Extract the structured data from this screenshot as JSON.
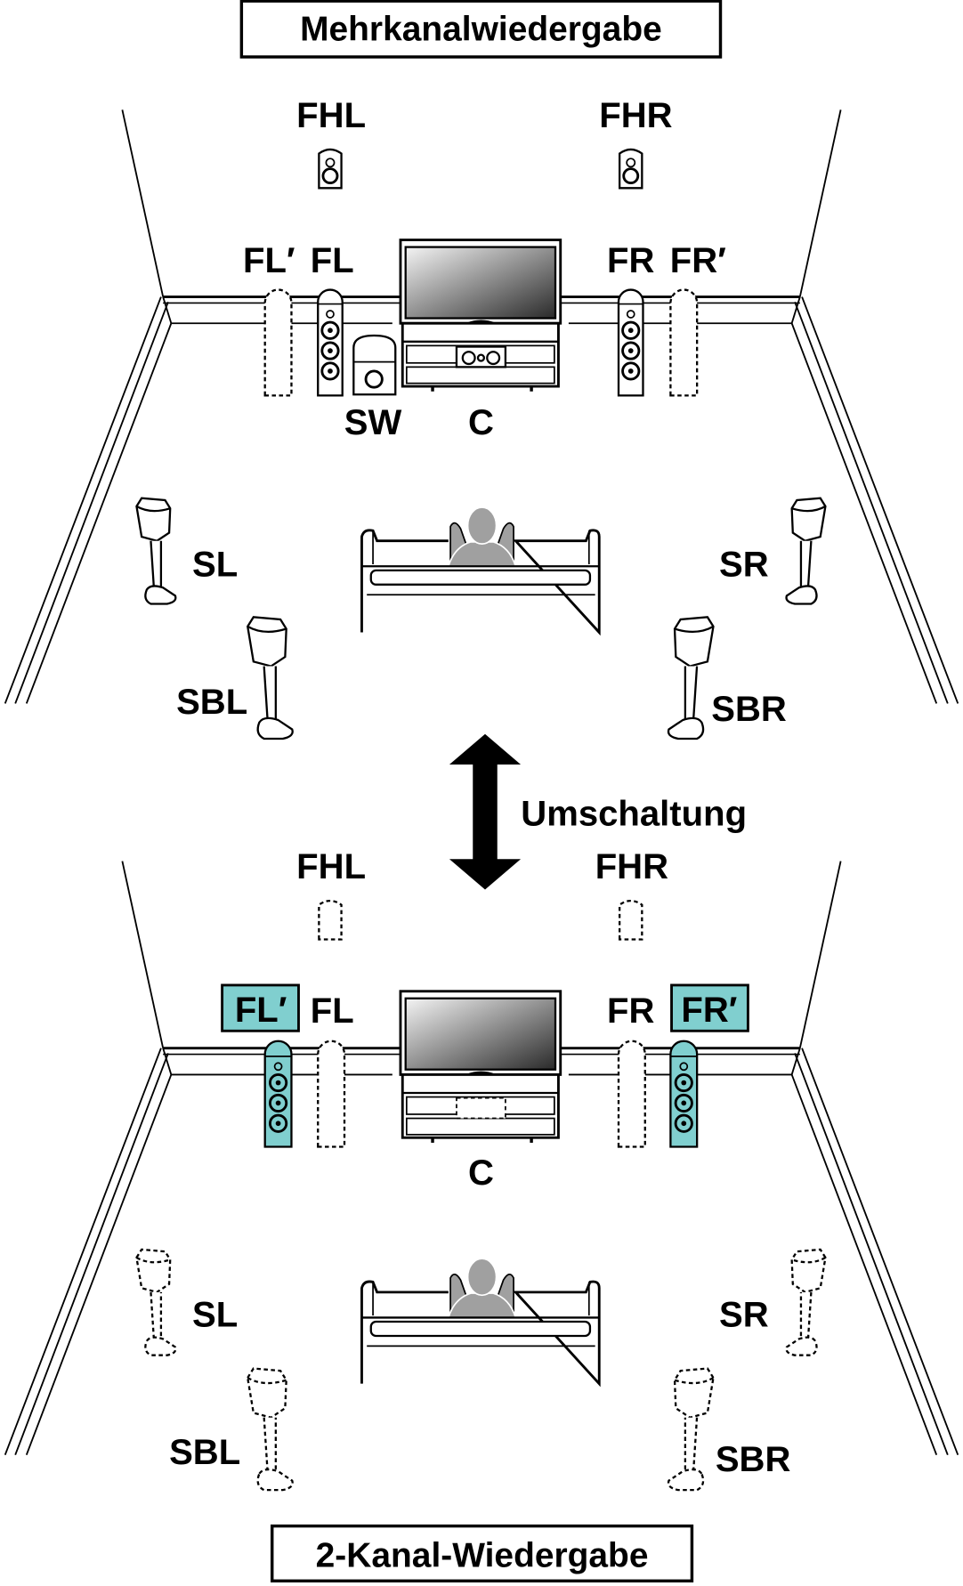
{
  "multichannel": {
    "title": "Mehrkanalwiedergabe",
    "labels": {
      "FHL": "FHL",
      "FHR": "FHR",
      "FLp": "FL′",
      "FL": "FL",
      "FR": "FR",
      "FRp": "FR′",
      "SW": "SW",
      "C": "C",
      "SL": "SL",
      "SR": "SR",
      "SBL": "SBL",
      "SBR": "SBR"
    }
  },
  "switch_label": "Umschaltung",
  "two_channel": {
    "title": "2-Kanal-Wiedergabe",
    "labels": {
      "FHL": "FHL",
      "FHR": "FHR",
      "FLp": "FL′",
      "FL": "FL",
      "FR": "FR",
      "FRp": "FR′",
      "C": "C",
      "SL": "SL",
      "SR": "SR",
      "SBL": "SBL",
      "SBR": "SBR"
    },
    "active_speakers": [
      "FL′",
      "FR′"
    ]
  },
  "colors": {
    "highlight": "#80CFCF",
    "line": "#000000",
    "person": "#A0A0A0"
  }
}
